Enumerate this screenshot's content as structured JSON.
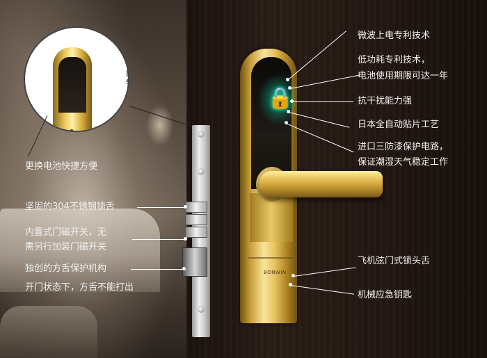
{
  "zoom_label": "门锁后体",
  "left_labels": {
    "battery": "更换电池快捷方便",
    "deadbolt": "坚固的304不锈钢锁舌",
    "magnet_line1": "内置式门磁开关，无",
    "magnet_line2": "需另行加装门磁开关",
    "protect_line1": "独创的方舌保护机构",
    "protect_line2": "开门状态下，方舌不能打出"
  },
  "right_labels": {
    "microwave": "微波上电专利技术",
    "lowpower_line1": "低功耗专利技术，",
    "lowpower_line2": "电池使用期限可达一年",
    "antiinterference": "抗干扰能力强",
    "smt": "日本全自动贴片工艺",
    "coating_line1": "进口三防漆保护电路，",
    "coating_line2": "保证潮湿天气稳定工作",
    "latch": "飞机弦门式锁头舌",
    "key": "机械应急钥匙"
  },
  "brand_text": "BONWIN"
}
